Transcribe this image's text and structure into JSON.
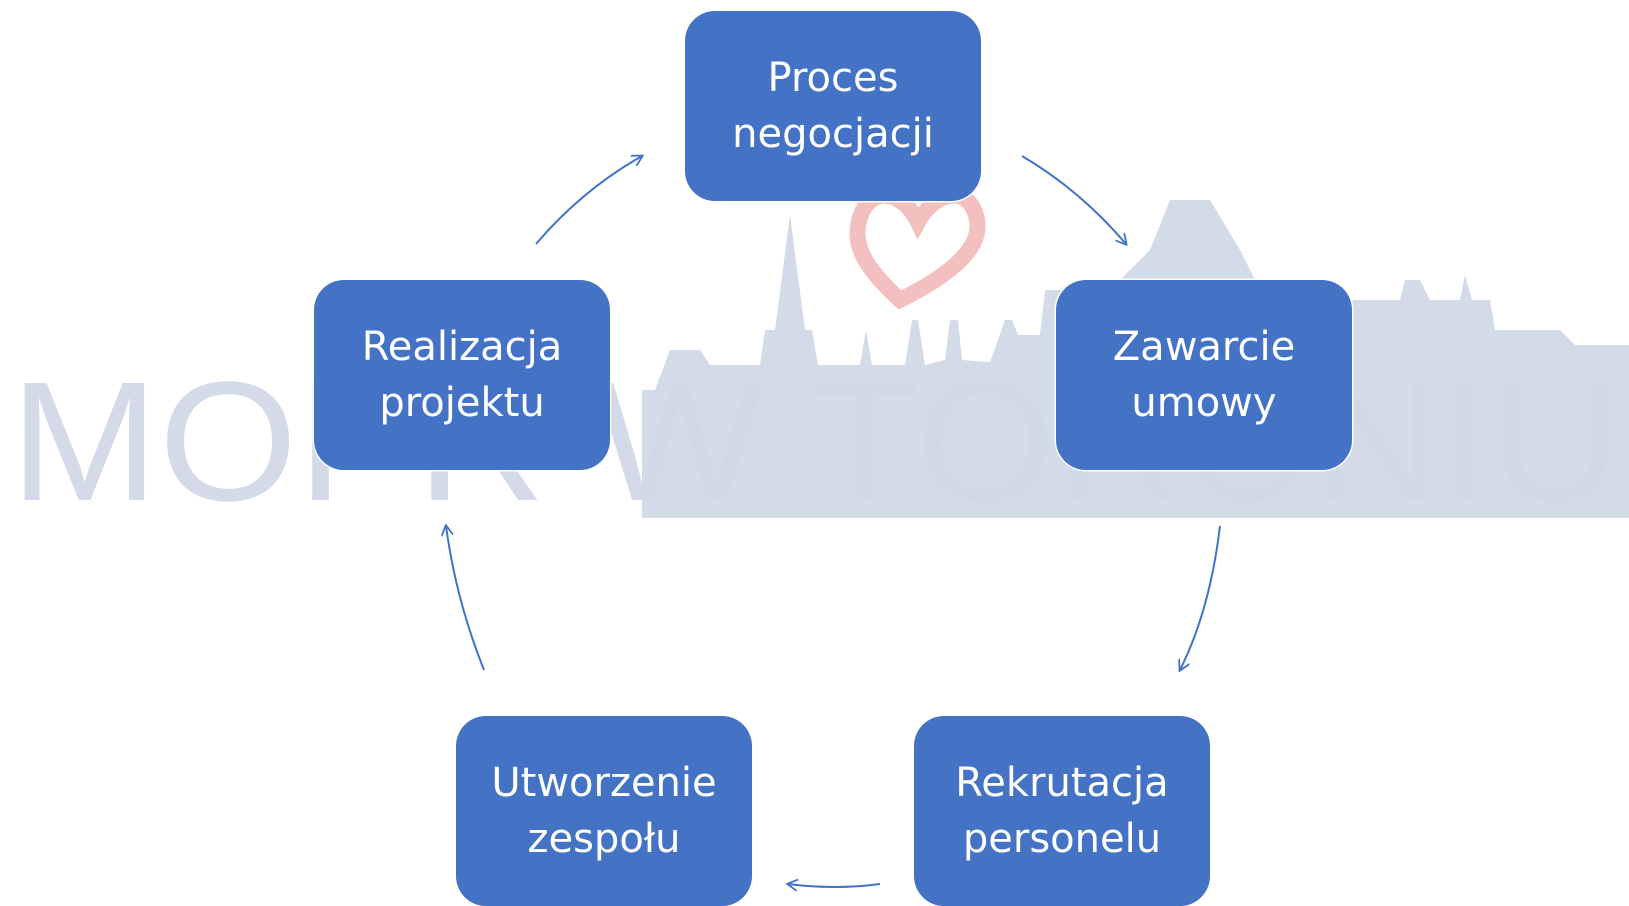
{
  "watermark": {
    "text": "MOPR W TORUNIU",
    "colors": {
      "letters": "#d2d9e6",
      "skyline": "#d4dbe8",
      "heart": "#f1b4b4"
    }
  },
  "cycle": {
    "direction": "clockwise",
    "arrow_color": "#4472c4",
    "node_color": "#4472c4",
    "text_color": "#ffffff",
    "nodes": [
      {
        "id": "proces-negocjacji",
        "lines": [
          "Proces",
          "negocjacji"
        ]
      },
      {
        "id": "zawarcie-umowy",
        "lines": [
          "Zawarcie",
          "umowy"
        ]
      },
      {
        "id": "rekrutacja-personelu",
        "lines": [
          "Rekrutacja",
          "personelu"
        ]
      },
      {
        "id": "utworzenie-zespolu",
        "lines": [
          "Utworzenie",
          "zespołu"
        ]
      },
      {
        "id": "realizacja-projektu",
        "lines": [
          "Realizacja",
          "projektu"
        ]
      }
    ]
  }
}
